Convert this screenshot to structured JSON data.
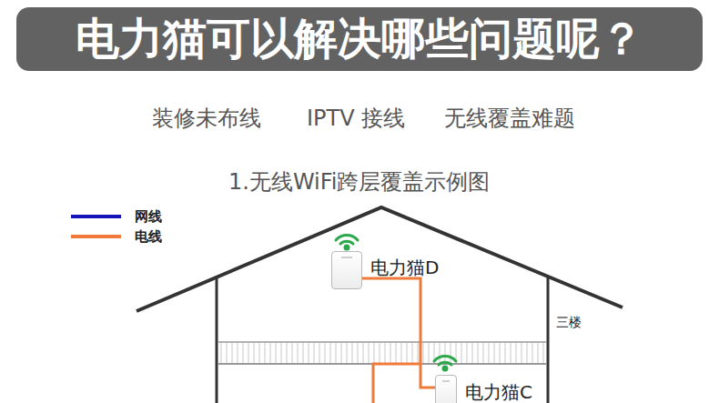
{
  "diagram": {
    "title": "电力猫可以解决哪些问题呢？",
    "nodes": [
      {
        "text": [
          "电力猫D"
        ]
      },
      {
        "text": [
          "电力猫C"
        ]
      }
    ],
    "edges": [
      {
        "from": 0,
        "to": 1,
        "arrow": "none"
      }
    ],
    "labels": [
      "装修未布线",
      "IPTV 接线",
      "无线覆盖难题",
      "1.无线WiFi跨层覆盖示例图",
      "三楼"
    ],
    "legend": [
      {
        "text": "网线",
        "color": "#1414b8"
      },
      {
        "text": "电线",
        "color": "#f07a3a"
      }
    ]
  }
}
